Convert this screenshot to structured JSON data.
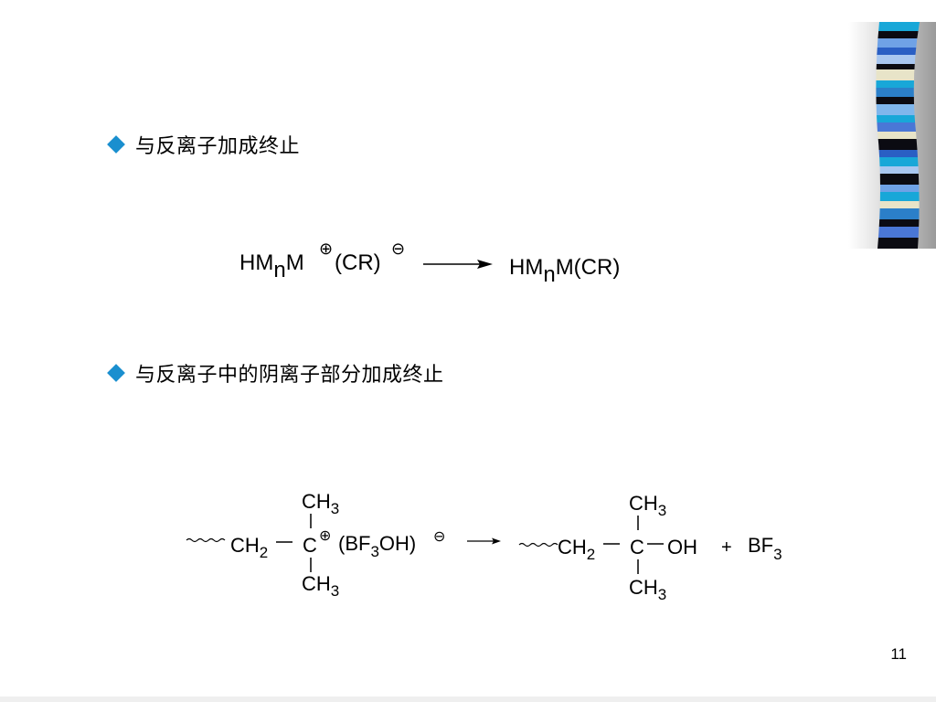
{
  "bullets": [
    {
      "text": "与反离子加成终止"
    },
    {
      "text": "与反离子中的阴离子部分加成终止"
    }
  ],
  "reaction1": {
    "reactant": {
      "a": "HM",
      "sub": "n",
      "b": "M",
      "charge_pos": "⊕",
      "counter": "(CR)",
      "charge_neg": "⊖"
    },
    "product": {
      "a": "HM",
      "sub": "n",
      "b": "M(CR)"
    }
  },
  "reaction2": {
    "wavy": "〰〰",
    "reactant": {
      "top_ch": "CH",
      "top_sub": "3",
      "ch2": "CH",
      "ch2_sub": "2",
      "center": "C",
      "charge_pos": "⊕",
      "counter_a": "(BF",
      "counter_sub": "3",
      "counter_b": "OH)",
      "charge_neg": "⊖",
      "bottom_ch": "CH",
      "bottom_sub": "3"
    },
    "product": {
      "top_ch": "CH",
      "top_sub": "3",
      "ch2": "CH",
      "ch2_sub": "2",
      "center": "C",
      "oh": "OH",
      "plus": "+",
      "bf": "BF",
      "bf_sub": "3",
      "bottom_ch": "CH",
      "bottom_sub": "3"
    }
  },
  "page_number": "11",
  "colors": {
    "bullet": "#1a8fcf"
  }
}
